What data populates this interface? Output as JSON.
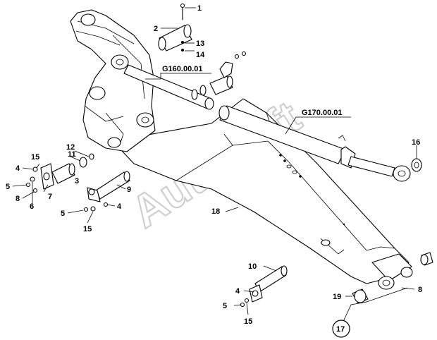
{
  "watermark": "AutoSoft",
  "assembly_refs": [
    "G160.00.01",
    "G170.00.01"
  ],
  "callouts": {
    "n1": "1",
    "n2": "2",
    "n13": "13",
    "n14": "14",
    "n16": "16",
    "n15a": "15",
    "n11": "11",
    "n12": "12",
    "n4a": "4",
    "n3": "3",
    "n9": "9",
    "n5a": "5",
    "n7": "7",
    "n8a": "8",
    "n6": "6",
    "n4b": "4",
    "n5b": "5",
    "n15b": "15",
    "n18": "18",
    "n10": "10",
    "n4c": "4",
    "n19": "19",
    "n8b": "8",
    "n5c": "5",
    "n15c": "15",
    "n17": "17"
  }
}
